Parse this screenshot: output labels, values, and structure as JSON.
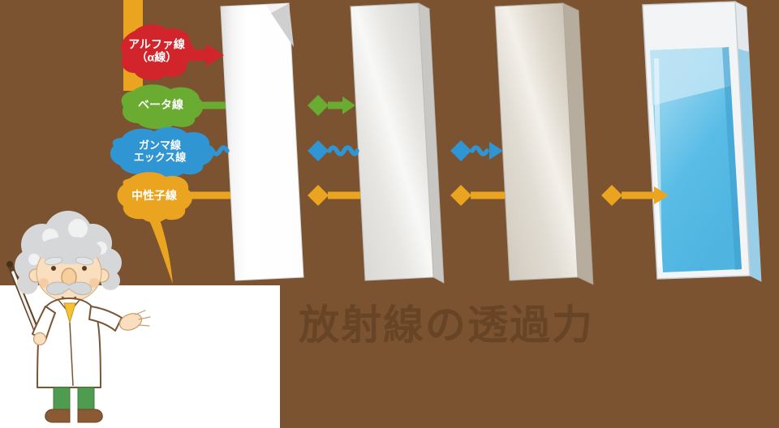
{
  "title": {
    "text": "放射線の透過力"
  },
  "sources": [
    {
      "name": "alpha-ray",
      "label": "アルファ線",
      "label2": "（α線）",
      "color": "#d2252b"
    },
    {
      "name": "beta-ray",
      "label": "ベータ線",
      "label2": "",
      "color": "#69ac31"
    },
    {
      "name": "gamma-x-ray",
      "label": "ガンマ線",
      "label2": "エックス線",
      "color": "#2f95d3"
    },
    {
      "name": "neutron-ray",
      "label": "中性子線",
      "label2": "",
      "color": "#eaa420"
    }
  ],
  "barriers": [
    {
      "name": "paper-sheet"
    },
    {
      "name": "thin-metal-plate"
    },
    {
      "name": "thick-lead-plate"
    },
    {
      "name": "water-tank"
    }
  ],
  "colors": {
    "background_brown": "#7b5331",
    "title_text": "#684426",
    "paper_white": "#ffffff",
    "metal_gray": "#e7e6e3",
    "lead_beige": "#ddd7cc",
    "water_blue": "#58bce6",
    "alpha_red": "#d2252b",
    "beta_green": "#69ac31",
    "gamma_blue": "#2f95d3",
    "neutron_orange": "#eaa420"
  },
  "figure": {
    "character": "professor-with-pointer"
  }
}
